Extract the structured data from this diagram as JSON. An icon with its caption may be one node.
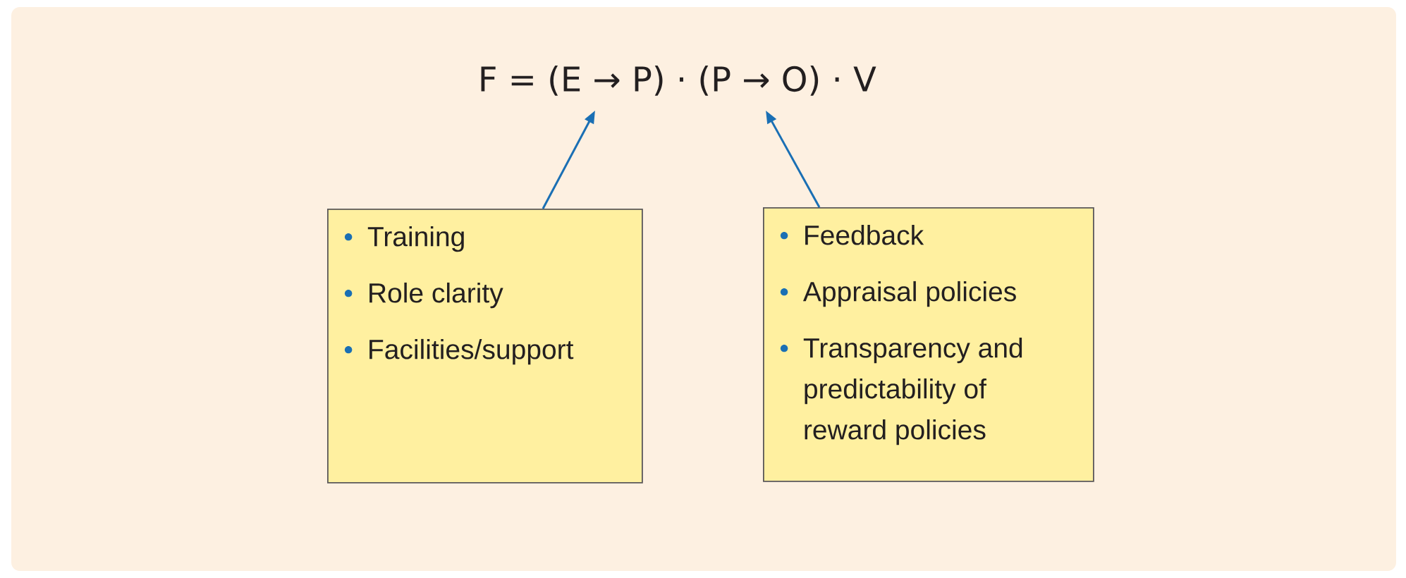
{
  "diagram": {
    "nodes": [
      {
        "text": [
          "F = (E → P) ·  (P → O) ·  V"
        ]
      },
      {
        "text": [
          "Training",
          "Role clarity",
          "Facilities/support"
        ]
      },
      {
        "text": [
          "Feedback",
          "Appraisal policies",
          "Transparency and predictability of reward policies"
        ]
      }
    ],
    "edges": [
      {
        "from": 1,
        "to": 0,
        "arrow": "to"
      },
      {
        "from": 2,
        "to": 0,
        "arrow": "to"
      }
    ]
  }
}
